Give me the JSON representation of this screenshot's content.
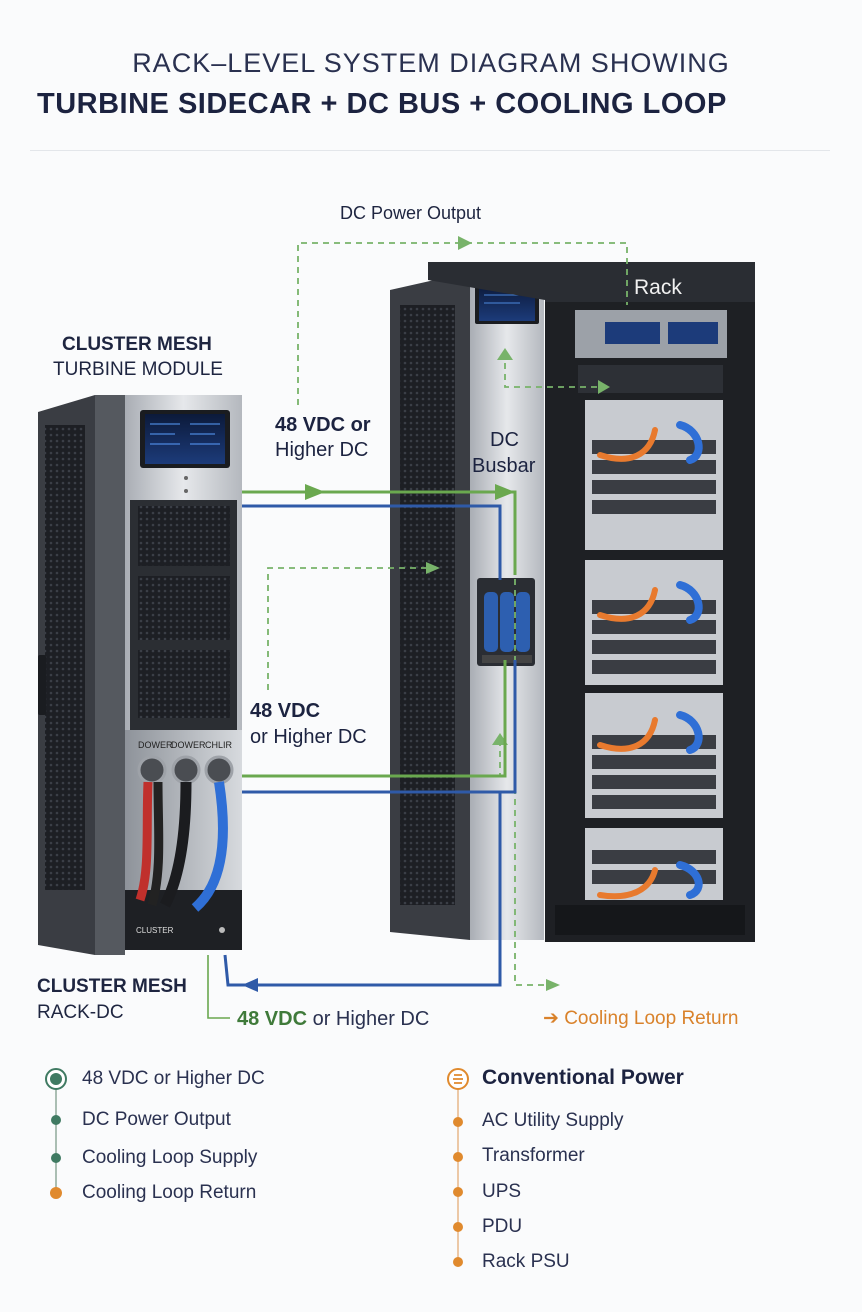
{
  "header": {
    "line1": "RACK–LEVEL SYSTEM DIAGRAM SHOWING",
    "line2": "TURBINE SIDECAR + DC BUS + COOLING LOOP"
  },
  "labels": {
    "dc_power_output": "DC Power Output",
    "rack": "Rack",
    "turbine_title": "CLUSTER MESH",
    "turbine_subtitle": "TURBINE MODULE",
    "vdc_upper_1": "48 VDC or",
    "vdc_upper_2": "Higher DC",
    "dc_busbar_1": "DC",
    "dc_busbar_2": "Busbar",
    "vdc_mid_1": "48 VDC",
    "vdc_mid_2": "or Higher DC",
    "rackdc_title": "CLUSTER MESH",
    "rackdc_subtitle": "RACK-DC",
    "bottom_vdc_bold": "48 VDC",
    "bottom_vdc_rest": "or Higher DC",
    "cooling_return": "Cooling Loop Return",
    "port_labels": [
      "DOWER",
      "DOWER",
      "CHLIR"
    ],
    "module_badge": "CLUSTER"
  },
  "legend_left": {
    "items": [
      {
        "label": "48 VDC or Higher DC",
        "color": "#3f7a62"
      },
      {
        "label": "DC Power Output",
        "color": "#3f7a62"
      },
      {
        "label": "Cooling Loop Supply",
        "color": "#3f7a62"
      },
      {
        "label": "Cooling Loop Return",
        "color": "#e08a2e"
      }
    ]
  },
  "legend_right": {
    "title": "Conventional Power",
    "title_icon": "power-symbol-icon",
    "items": [
      {
        "label": "AC Utility Supply"
      },
      {
        "label": "Transformer"
      },
      {
        "label": "UPS"
      },
      {
        "label": "PDU"
      },
      {
        "label": "Rack PSU"
      }
    ],
    "color": "#e08a2e"
  },
  "colors": {
    "green": "#6aa84f",
    "green_dashed": "#78b36a",
    "blue": "#2f5aa8",
    "orange": "#e88a2e",
    "cabinet_dark": "#2a2d33",
    "cabinet_silver": "#c9ccd1"
  }
}
